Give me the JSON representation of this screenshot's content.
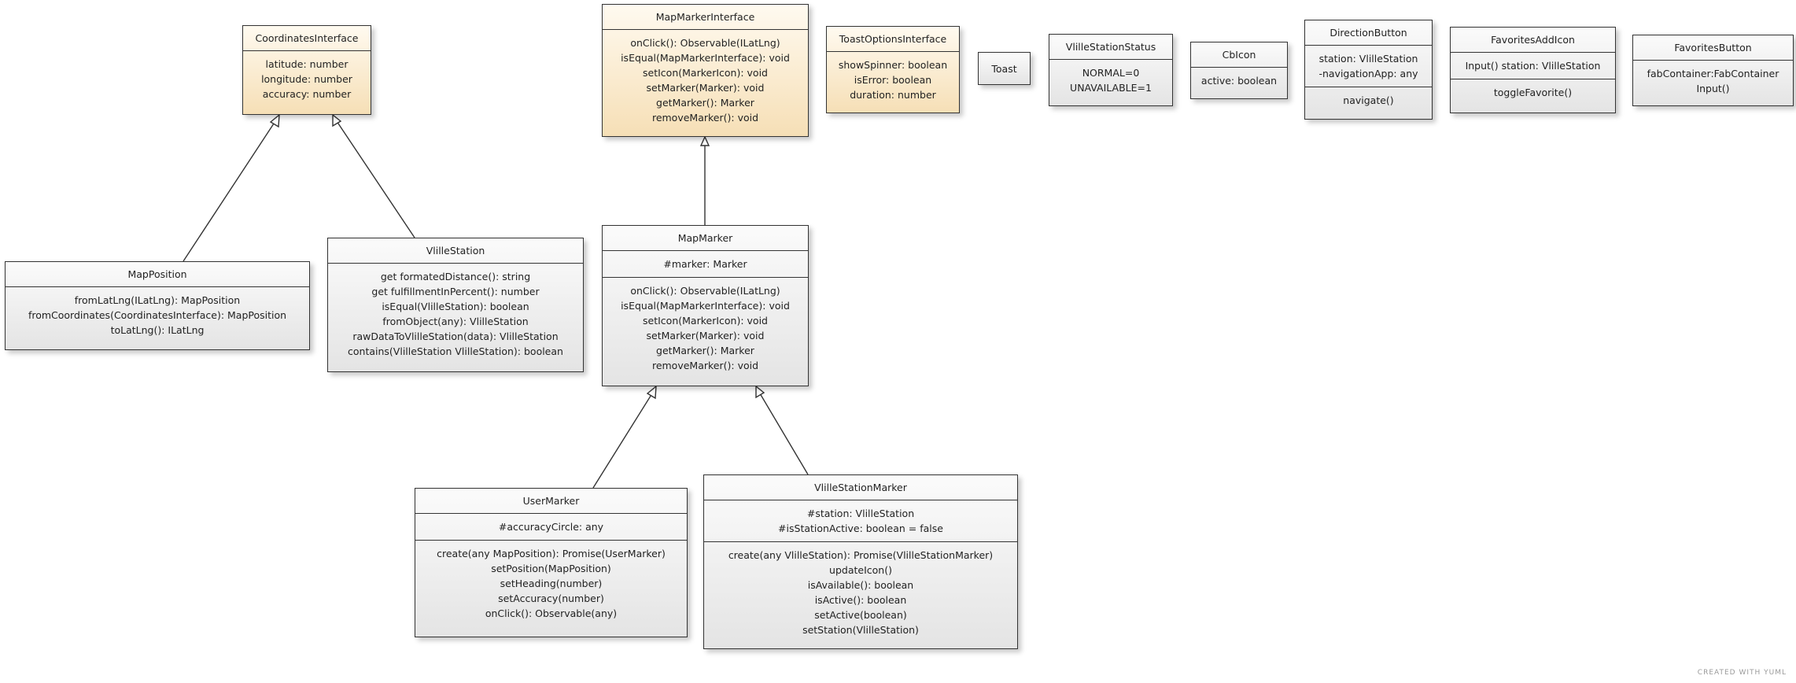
{
  "watermark": "CREATED WITH YUML",
  "classes": {
    "coordinatesInterface": {
      "name": "CoordinatesInterface",
      "attributes": [
        "latitude: number",
        "longitude: number",
        "accuracy: number"
      ]
    },
    "mapMarkerInterface": {
      "name": "MapMarkerInterface",
      "methods": [
        "onClick(): Observable(ILatLng)",
        "isEqual(MapMarkerInterface): void",
        "setIcon(MarkerIcon): void",
        "setMarker(Marker): void",
        "getMarker(): Marker",
        "removeMarker(): void"
      ]
    },
    "toastOptionsInterface": {
      "name": "ToastOptionsInterface",
      "attributes": [
        "showSpinner: boolean",
        "isError: boolean",
        "duration: number"
      ]
    },
    "toast": {
      "name": "Toast"
    },
    "vlilleStationStatus": {
      "name": "VlilleStationStatus",
      "attributes": [
        "NORMAL=0",
        "UNAVAILABLE=1"
      ]
    },
    "cbIcon": {
      "name": "CbIcon",
      "attributes": [
        "active: boolean"
      ]
    },
    "directionButton": {
      "name": "DirectionButton",
      "attributes": [
        "station: VlilleStation",
        "-navigationApp: any"
      ],
      "methods": [
        "navigate()"
      ]
    },
    "favoritesAddIcon": {
      "name": "FavoritesAddIcon",
      "attributes": [
        "Input() station: VlilleStation"
      ],
      "methods": [
        "toggleFavorite()"
      ]
    },
    "favoritesButton": {
      "name": "FavoritesButton",
      "attributes": [
        "fabContainer:FabContainer",
        "Input()"
      ]
    },
    "mapPosition": {
      "name": "MapPosition",
      "methods": [
        "fromLatLng(ILatLng): MapPosition",
        "fromCoordinates(CoordinatesInterface): MapPosition",
        "toLatLng(): ILatLng"
      ]
    },
    "vlilleStation": {
      "name": "VlilleStation",
      "methods": [
        "get formatedDistance(): string",
        "get fulfillmentInPercent(): number",
        "isEqual(VlilleStation): boolean",
        "fromObject(any): VlilleStation",
        "rawDataToVlilleStation(data): VlilleStation",
        "contains(VlilleStation VlilleStation): boolean"
      ]
    },
    "mapMarker": {
      "name": "MapMarker",
      "attributes": [
        "#marker: Marker"
      ],
      "methods": [
        "onClick(): Observable(ILatLng)",
        "isEqual(MapMarkerInterface): void",
        "setIcon(MarkerIcon): void",
        "setMarker(Marker): void",
        "getMarker(): Marker",
        "removeMarker(): void"
      ]
    },
    "userMarker": {
      "name": "UserMarker",
      "attributes": [
        "#accuracyCircle: any"
      ],
      "methods": [
        "create(any MapPosition): Promise(UserMarker)",
        "setPosition(MapPosition)",
        "setHeading(number)",
        "setAccuracy(number)",
        "onClick(): Observable(any)"
      ]
    },
    "vlilleStationMarker": {
      "name": "VlilleStationMarker",
      "attributes": [
        "#station: VlilleStation",
        "#isStationActive: boolean = false"
      ],
      "methods": [
        "create(any VlilleStation): Promise(VlilleStationMarker)",
        "updateIcon()",
        "isAvailable(): boolean",
        "isActive(): boolean",
        "setActive(boolean)",
        "setStation(VlilleStation)"
      ]
    }
  }
}
